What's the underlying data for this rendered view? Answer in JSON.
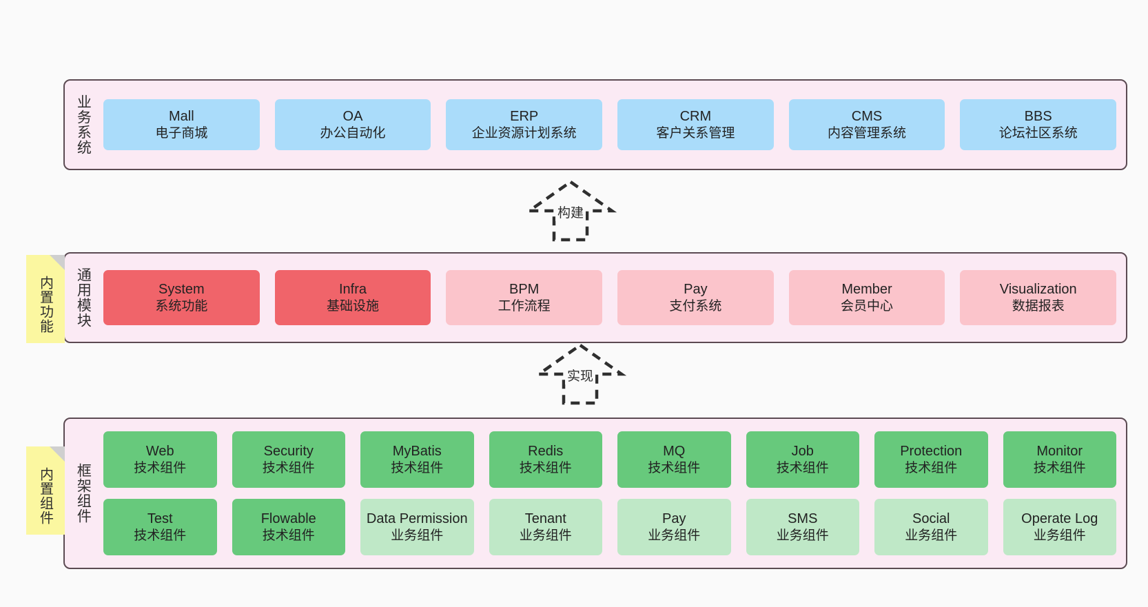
{
  "diagram": {
    "background_color": "#fafafa",
    "layer_fill": "#fbeaf4",
    "layer_border": "#5b4a52",
    "note_color": "#fbf7a0"
  },
  "layers": [
    {
      "id": "business-system",
      "title": "业务系统",
      "rows": [
        {
          "cards": [
            {
              "name": "Mall",
              "desc": "电子商城",
              "style": "blue",
              "color": "#aadcfa"
            },
            {
              "name": "OA",
              "desc": "办公自动化",
              "style": "blue",
              "color": "#aadcfa"
            },
            {
              "name": "ERP",
              "desc": "企业资源计划系统",
              "style": "blue",
              "color": "#aadcfa"
            },
            {
              "name": "CRM",
              "desc": "客户关系管理",
              "style": "blue",
              "color": "#aadcfa"
            },
            {
              "name": "CMS",
              "desc": "内容管理系统",
              "style": "blue",
              "color": "#aadcfa"
            },
            {
              "name": "BBS",
              "desc": "论坛社区系统",
              "style": "blue",
              "color": "#aadcfa"
            }
          ]
        }
      ]
    },
    {
      "id": "common-module",
      "title": "通用模块",
      "note": "内置功能",
      "rows": [
        {
          "cards": [
            {
              "name": "System",
              "desc": "系统功能",
              "style": "red",
              "color": "#f0646a"
            },
            {
              "name": "Infra",
              "desc": "基础设施",
              "style": "red",
              "color": "#f0646a"
            },
            {
              "name": "BPM",
              "desc": "工作流程",
              "style": "pink",
              "color": "#fbc4cb"
            },
            {
              "name": "Pay",
              "desc": "支付系统",
              "style": "pink",
              "color": "#fbc4cb"
            },
            {
              "name": "Member",
              "desc": "会员中心",
              "style": "pink",
              "color": "#fbc4cb"
            },
            {
              "name": "Visualization",
              "desc": "数据报表",
              "style": "pink",
              "color": "#fbc4cb"
            }
          ]
        }
      ]
    },
    {
      "id": "framework-component",
      "title": "框架组件",
      "note": "内置组件",
      "rows": [
        {
          "cards": [
            {
              "name": "Web",
              "desc": "技术组件",
              "style": "green",
              "color": "#67c97c"
            },
            {
              "name": "Security",
              "desc": "技术组件",
              "style": "green",
              "color": "#67c97c"
            },
            {
              "name": "MyBatis",
              "desc": "技术组件",
              "style": "green",
              "color": "#67c97c"
            },
            {
              "name": "Redis",
              "desc": "技术组件",
              "style": "green",
              "color": "#67c97c"
            },
            {
              "name": "MQ",
              "desc": "技术组件",
              "style": "green",
              "color": "#67c97c"
            },
            {
              "name": "Job",
              "desc": "技术组件",
              "style": "green",
              "color": "#67c97c"
            },
            {
              "name": "Protection",
              "desc": "技术组件",
              "style": "green",
              "color": "#67c97c"
            },
            {
              "name": "Monitor",
              "desc": "技术组件",
              "style": "green",
              "color": "#67c97c"
            }
          ]
        },
        {
          "cards": [
            {
              "name": "Test",
              "desc": "技术组件",
              "style": "green",
              "color": "#67c97c"
            },
            {
              "name": "Flowable",
              "desc": "技术组件",
              "style": "green",
              "color": "#67c97c"
            },
            {
              "name": "Data Permission",
              "desc": "业务组件",
              "style": "lgreen",
              "color": "#bfe8c7"
            },
            {
              "name": "Tenant",
              "desc": "业务组件",
              "style": "lgreen",
              "color": "#bfe8c7"
            },
            {
              "name": "Pay",
              "desc": "业务组件",
              "style": "lgreen",
              "color": "#bfe8c7"
            },
            {
              "name": "SMS",
              "desc": "业务组件",
              "style": "lgreen",
              "color": "#bfe8c7"
            },
            {
              "name": "Social",
              "desc": "业务组件",
              "style": "lgreen",
              "color": "#bfe8c7"
            },
            {
              "name": "Operate Log",
              "desc": "业务组件",
              "style": "lgreen",
              "color": "#bfe8c7"
            }
          ]
        }
      ]
    }
  ],
  "connectors": [
    {
      "id": "build",
      "label": "构建",
      "from": "common-module",
      "to": "business-system",
      "arrow": "hollow-triangle-dashed"
    },
    {
      "id": "implement",
      "label": "实现",
      "from": "framework-component",
      "to": "common-module",
      "arrow": "hollow-triangle-dashed"
    }
  ]
}
